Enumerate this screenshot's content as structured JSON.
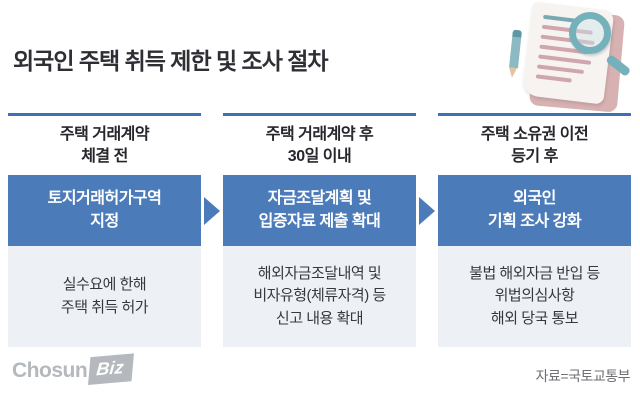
{
  "title": "외국인 주택 취득 제한 및 조사 절차",
  "source_credit": "자료=국토교통부",
  "logo": {
    "chosun": "Chosun",
    "biz": "Biz"
  },
  "colors": {
    "accent_blue": "#4c7bba",
    "rule_blue": "#3e70b8",
    "panel_gray": "#edf1f5",
    "title_text": "#2e2e34",
    "detail_text": "#38383c",
    "logo_gray": "#b5b8bc"
  },
  "icons": {
    "arrow": "right-arrow-icon",
    "illustration": "document-with-magnifier-and-pencil"
  },
  "columns": [
    {
      "stage": "주택 거래계약\n체결 전",
      "measure": "토지거래허가구역\n지정",
      "detail": "실수요에 한해\n주택 취득 허가"
    },
    {
      "stage": "주택 거래계약 후\n30일 이내",
      "measure": "자금조달계획 및\n입증자료 제출 확대",
      "detail": "해외자금조달내역 및\n비자유형(체류자격) 등\n신고 내용 확대"
    },
    {
      "stage": "주택 소유권 이전\n등기 후",
      "measure": "외국인\n기획 조사 강화",
      "detail": "불법 해외자금 반입 등\n위법의심사항\n해외 당국 통보"
    }
  ]
}
